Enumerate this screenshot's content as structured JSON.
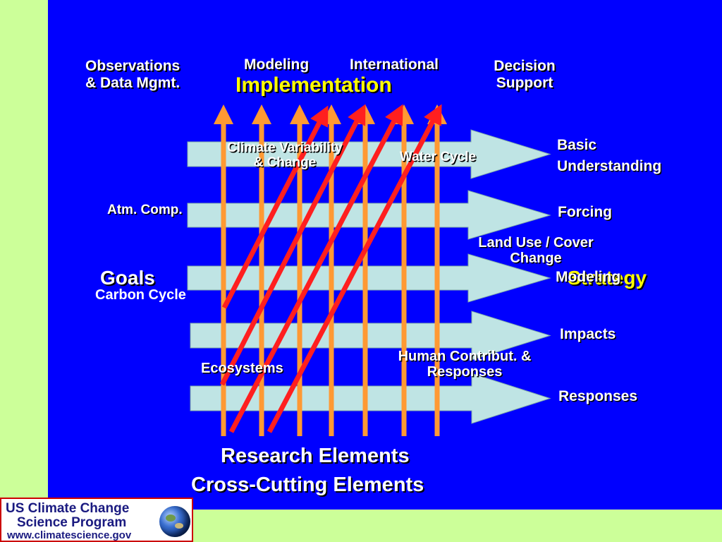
{
  "columns": {
    "observations": [
      "Observations",
      "& Data Mgmt."
    ],
    "modeling": "Modeling",
    "international": "International",
    "decision": [
      "Decision",
      "Support"
    ]
  },
  "implementation": "Implementation",
  "goals": "Goals",
  "strategy": "Strategy",
  "arrow_labels": {
    "climate_variability": [
      "Climate Variability",
      "& Change"
    ],
    "water_cycle": "Water Cycle",
    "atm_comp": "Atm. Comp.",
    "land_use": [
      "Land Use / Cover",
      "Change"
    ],
    "carbon_cycle": "Carbon Cycle",
    "ecosystems": "Ecosystems",
    "human_contrib": [
      "Human Contribut. &",
      "Responses"
    ]
  },
  "right_labels": {
    "basic_understanding": [
      "Basic",
      "Understanding"
    ],
    "forcing": "Forcing",
    "modeling": "Modeling",
    "impacts": "Impacts",
    "responses": "Responses"
  },
  "bottom": {
    "research": "Research Elements",
    "cross_cutting": "Cross-Cutting Elements"
  },
  "logo": {
    "line1": "US Climate Change",
    "line2": "Science Program",
    "url": "www.climatescience.gov"
  },
  "colors": {
    "background": "#ccff99",
    "slide": "#0000ff",
    "arrow_fill": "#bfe4e4",
    "vertical_arrow": "#ff9933",
    "diagonal_arrow": "#ff1f1f",
    "highlight_text": "#ffff00",
    "text": "#ffffff"
  }
}
